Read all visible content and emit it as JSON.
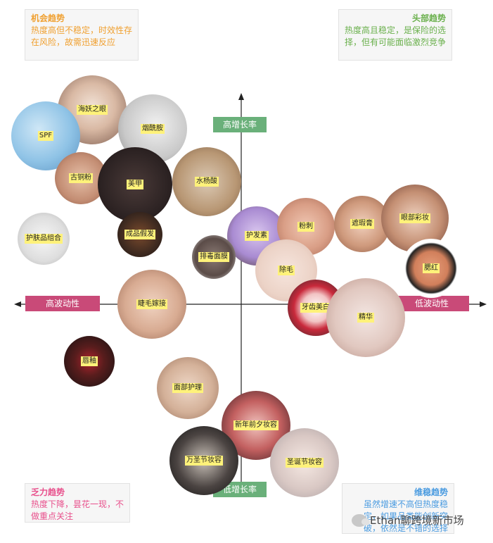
{
  "quadrants": {
    "top_left": {
      "title": "机会趋势",
      "desc": "热度高但不稳定，时效性存在风险，故需迅速反应"
    },
    "top_right": {
      "title": "头部趋势",
      "desc": "热度高且稳定，是保险的选择，但有可能面临激烈竞争"
    },
    "bottom_left": {
      "title": "乏力趋势",
      "desc": "热度下降，昙花一现，不做重点关注"
    },
    "bottom_right": {
      "title": "维稳趋势",
      "desc": "虽然增速不高但热度稳定，如果品类能创新突破，依然是不错的选择"
    }
  },
  "axes": {
    "top": "高增长率",
    "bottom": "低增长率",
    "left": "高波动性",
    "right": "低波动性"
  },
  "topics": [
    {
      "label": "海妖之眼"
    },
    {
      "label": "SPF"
    },
    {
      "label": "烟酰胺"
    },
    {
      "label": "古铜粉"
    },
    {
      "label": "美甲"
    },
    {
      "label": "水杨酸"
    },
    {
      "label": "护肤品组合"
    },
    {
      "label": "成品假发"
    },
    {
      "label": "护发素"
    },
    {
      "label": "粉刺"
    },
    {
      "label": "遮瑕膏"
    },
    {
      "label": "眼部彩妆"
    },
    {
      "label": "排毒面膜"
    },
    {
      "label": "腮红"
    },
    {
      "label": "除毛"
    },
    {
      "label": "睫毛嫁接"
    },
    {
      "label": "牙齿美白"
    },
    {
      "label": "精华"
    },
    {
      "label": "唇釉"
    },
    {
      "label": "面部护理"
    },
    {
      "label": "新年前夕妆容"
    },
    {
      "label": "万圣节妆容"
    },
    {
      "label": "圣诞节妆容"
    }
  ],
  "colors": {
    "green_label": "#6ab07a",
    "pink_label": "#c94a78",
    "opportunity": "#f0a030",
    "head": "#6ab04c",
    "weak": "#e8508c",
    "stable": "#4a9be0",
    "tag_bg": "#fff27a"
  },
  "watermark": {
    "text": "Ethan聊跨境新市场"
  }
}
